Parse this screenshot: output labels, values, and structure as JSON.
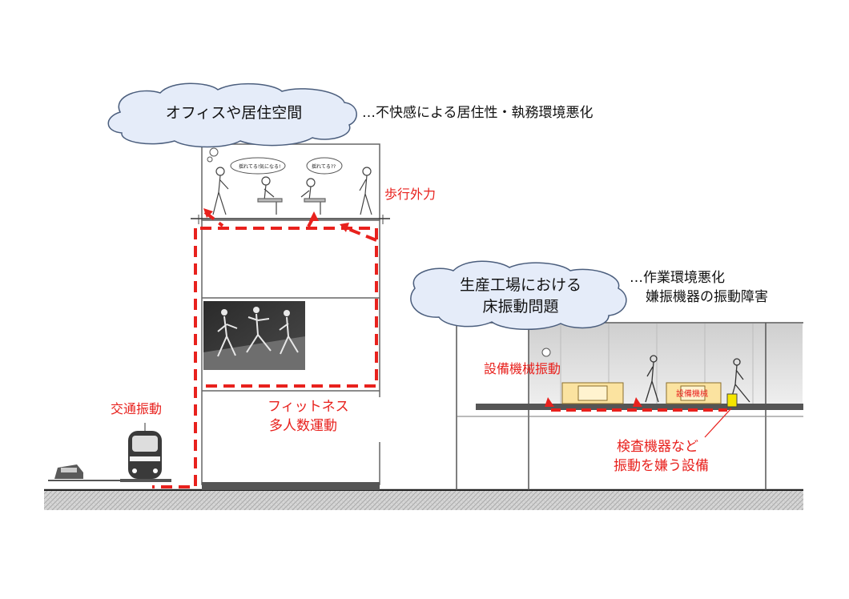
{
  "office_cloud": {
    "label": "オフィスや居住空間"
  },
  "office_note": "…不快感による居住性・執務環境悪化",
  "office_bubbles": [
    "揺れてる!",
    "気になる!",
    "揺れてる??"
  ],
  "labels": {
    "walking_force": "歩行外力",
    "traffic_vibration": "交通振動",
    "fitness_line1": "フィットネス",
    "fitness_line2": "多人数運動",
    "equipment_vibration": "設備機械振動",
    "equipment_box": "設備機械",
    "inspection_line1": "検査機器など",
    "inspection_line2": "振動を嫌う設備"
  },
  "factory_cloud": {
    "line1": "生産工場における",
    "line2": "床振動問題"
  },
  "factory_note": {
    "line1": "…作業環境悪化",
    "line2": "嫌振機器の振動障害"
  },
  "colors": {
    "accent_red": "#e8211d",
    "equipment_yellow": "#fbe3a0",
    "sensor_yellow": "#f5e600"
  }
}
